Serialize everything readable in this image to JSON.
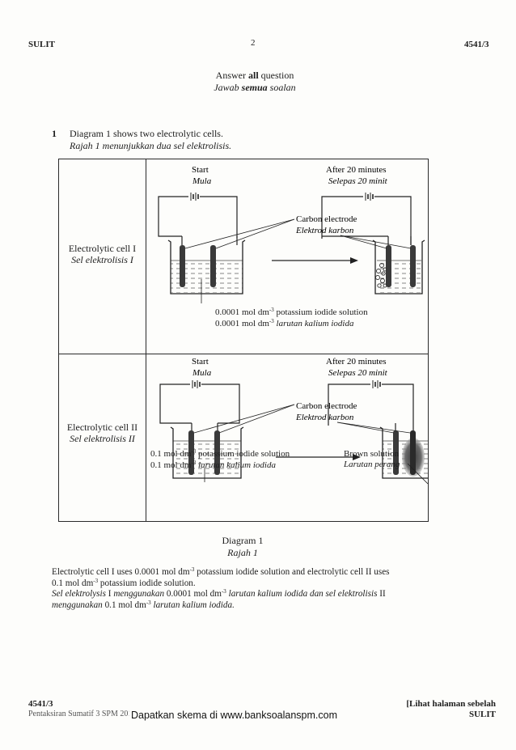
{
  "header": {
    "left": "SULIT",
    "page_number": "2",
    "right": "4541/3"
  },
  "instruction": {
    "en_prefix": "Answer ",
    "en_bold": "all",
    "en_suffix": " question",
    "ms_prefix": "Jawab ",
    "ms_bold": "semua",
    "ms_suffix": " soalan"
  },
  "question": {
    "number": "1",
    "en": "Diagram 1 shows two electrolytic cells.",
    "ms": "Rajah 1 menunjukkan dua sel elektrolisis."
  },
  "diagram": {
    "cell1": {
      "label_en": "Electrolytic cell I",
      "label_ms": "Sel elektrolisis I",
      "start_en": "Start",
      "start_ms": "Mula",
      "after_en": "After 20 minutes",
      "after_ms": "Selepas 20 minit",
      "electrode_en": "Carbon electrode",
      "electrode_ms": "Elektrod karbon",
      "solution_en_conc": "0.0001 mol dm",
      "solution_en_rest": " potassium iodide solution",
      "solution_ms_conc": "0.0001 mol dm",
      "solution_ms_rest": " larutan kalium iodida",
      "exponent": "-3"
    },
    "cell2": {
      "label_en": "Electrolytic cell II",
      "label_ms": "Sel elektrolisis II",
      "start_en": "Start",
      "start_ms": "Mula",
      "after_en": "After 20 minutes",
      "after_ms": "Selepas 20 minit",
      "electrode_en": "Carbon electrode",
      "electrode_ms": "Elektrod karbon",
      "solution_en_conc": "0.1 mol dm",
      "solution_en_rest": " potassium iodide solution",
      "solution_ms_conc": "0.1 mol dm",
      "solution_ms_rest": " larutan kalium iodida",
      "exponent": "-3",
      "brown_en": "Brown solution",
      "brown_ms": "Larutan perang"
    },
    "caption_en": "Diagram 1",
    "caption_ms": "Rajah 1"
  },
  "paragraph": {
    "en_1": "Electrolytic cell I uses 0.0001 mol dm",
    "en_2": " potassium iodide solution and electrolytic cell II uses",
    "en_3": "0.1 mol dm",
    "en_4": " potassium iodide solution.",
    "ms_1a": "Sel elektrolysis",
    "ms_1b": " I ",
    "ms_1c": "menggunakan",
    "ms_1d": " 0.0001 mol dm",
    "ms_1e": " larutan kalium iodida dan sel elektrolisis",
    "ms_1f": " II",
    "ms_2a": "menggunakan",
    "ms_2b": " 0.1 mol dm",
    "ms_2c": " larutan kalium iodida.",
    "exponent": "-3"
  },
  "footer": {
    "code": "4541/3",
    "subtitle": "Pentaksiran Sumatif 3 SPM 2013",
    "right_1": "[Lihat halaman sebelah",
    "right_2": "SULIT",
    "watermark": "Dapatkan skema di www.banksoalanspm.com"
  }
}
